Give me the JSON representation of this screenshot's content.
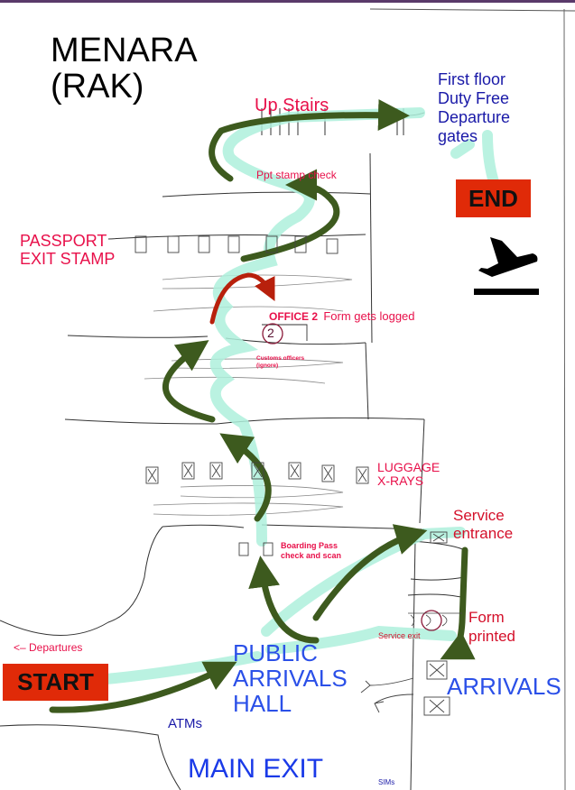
{
  "title": {
    "line1": "MENARA",
    "line2": "(RAK)"
  },
  "labels": {
    "up_stairs": "Up Stairs",
    "first_floor": [
      "First floor",
      "Duty Free",
      "Departure",
      "gates"
    ],
    "end": "END",
    "ppt_stamp_check": "Ppt stamp check",
    "passport_exit_stamp": [
      "PASSPORT",
      "EXIT STAMP"
    ],
    "office2_bold": "OFFICE 2",
    "office2_text": "Form gets logged",
    "office2_marker": "2",
    "customs_officers": [
      "Customs officers",
      "(ignore)"
    ],
    "luggage_xrays": [
      "LUGGAGE",
      "X-RAYS"
    ],
    "service_entrance": [
      "Service",
      "entrance"
    ],
    "boarding_pass": [
      "Boarding Pass",
      "check and scan"
    ],
    "form_printed": [
      "Form",
      "printed"
    ],
    "service_exit": "Service exit",
    "departures": "<– Departures",
    "start": "START",
    "public_arrivals_hall": [
      "PUBLIC",
      "ARRIVALS",
      "HALL"
    ],
    "arrivals": "ARRIVALS",
    "atms": "ATMs",
    "main_exit": "MAIN EXIT",
    "sims": "SIMs"
  },
  "icons": {
    "departure": "airplane-takeoff-icon"
  },
  "colors": {
    "route_arrow": "#3d5a1e",
    "highlight_path": "#aef0dc",
    "office_arrow": "#b8200c",
    "start_end_box": "#e02a08",
    "red_label": "#e8104a",
    "navy_label": "#1a1aa8",
    "blue_label": "#2b50e8"
  }
}
